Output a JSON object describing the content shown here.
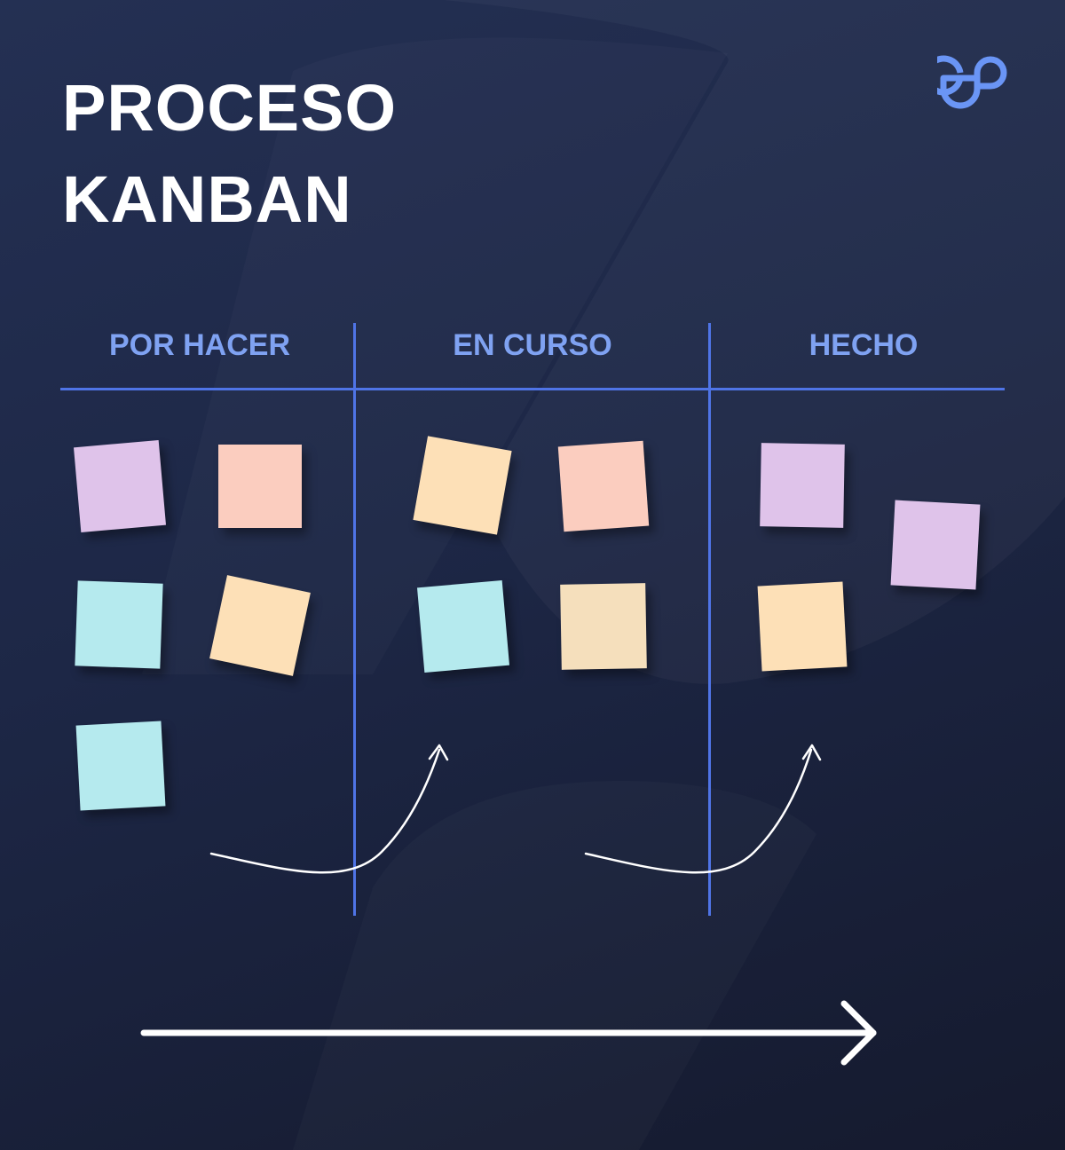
{
  "title": {
    "line1": "PROCESO",
    "line2": "KANBAN"
  },
  "logo": {
    "icon": "brand-logo-icon",
    "color": "#6a95f5"
  },
  "columns": [
    {
      "label": "POR HACER"
    },
    {
      "label": "EN CURSO"
    },
    {
      "label": "HECHO"
    }
  ],
  "notes": {
    "por_hacer": [
      "purple",
      "peach",
      "cyan",
      "orange",
      "cyan"
    ],
    "en_curso": [
      "orange",
      "peach",
      "cyan",
      "beige"
    ],
    "hecho": [
      "purple",
      "purple",
      "orange"
    ]
  },
  "colors": {
    "background": "#1d2746",
    "board_lines": "#4f74e6",
    "header_text": "#7fa2f2",
    "title_text": "#ffffff",
    "note_purple": "#dfc3ea",
    "note_peach": "#fbcdbf",
    "note_cyan": "#b5eaee",
    "note_orange": "#fde0b7",
    "note_beige": "#f5dfbc"
  }
}
